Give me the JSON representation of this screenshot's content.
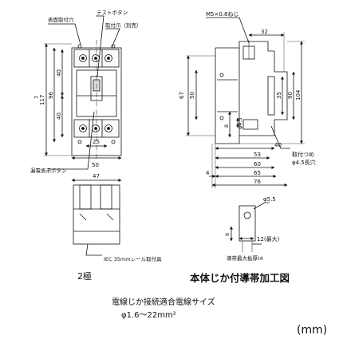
{
  "front_view": {
    "callouts": {
      "surface_mount_hole": "表面取付穴",
      "test_button": "テストボタン",
      "mounting_claw": "取付爪（別売）",
      "leakage_button": "漏電表示ボタン",
      "din_rail": "IEC 35mmレール取付具"
    },
    "dims": {
      "total_height": "117",
      "overall": "96",
      "upper": "40",
      "lower": "40",
      "center_offset": "7",
      "width_25": "25",
      "width_50": "50",
      "width_47": "47"
    },
    "pole_label": "2極"
  },
  "side_view": {
    "callouts": {
      "screw": "M5×0.8ねじ",
      "claw": "取付つめ",
      "slot": "φ4.5長穴"
    },
    "dims": {
      "d32": "32",
      "d67": "67",
      "d50": "50",
      "d35": "35",
      "d90": "90",
      "d104": "104",
      "d8": "8",
      "d45": "φ4.5",
      "d40": "40",
      "d53": "53",
      "d60": "60",
      "d65": "65",
      "d76": "76",
      "d4": "4"
    }
  },
  "terminal_detail": {
    "d55": "φ5.5",
    "d6": "6",
    "d12": "12(最大)",
    "plate": "導帯最大板厚t4"
  },
  "captions": {
    "title": "本体じか付導帯加工図",
    "wire_note": "電線じか接続適合電線サイズ",
    "wire_range": "φ1.6～22mm²",
    "unit": "(mm)"
  }
}
